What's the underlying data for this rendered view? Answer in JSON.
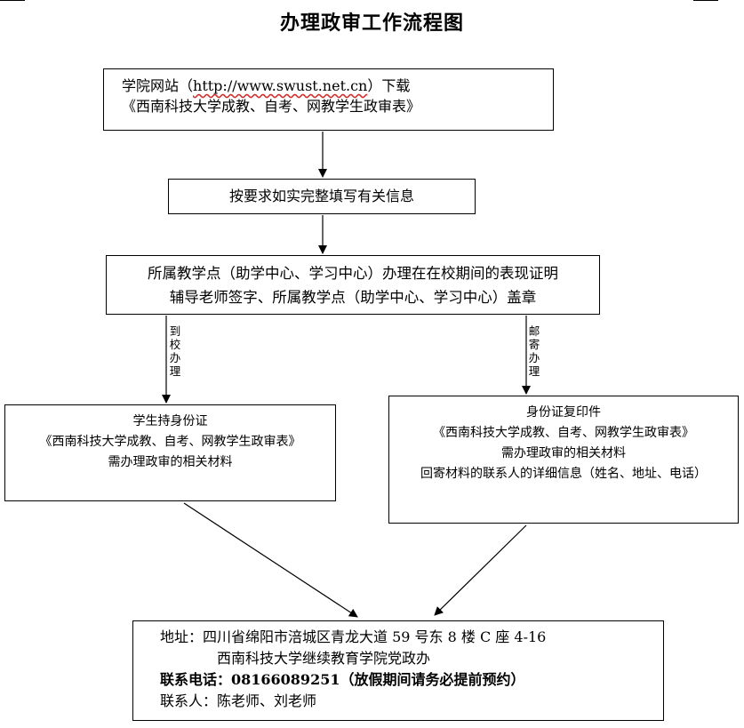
{
  "title": "办理政审工作流程图",
  "steps": {
    "download": {
      "line1_prefix": "学院网站（",
      "line1_url": "http://www.swust.net.cn",
      "line1_suffix": "）下载",
      "line2": "《西南科技大学成教、自考、网教学生政审表》"
    },
    "fill": {
      "text": "按要求如实完整填写有关信息"
    },
    "certify": {
      "line1": "所属教学点（助学中心、学习中心）办理在在校期间的表现证明",
      "line2": "辅导老师签字、所属教学点（助学中心、学习中心）盖章"
    },
    "in_person": {
      "line1": "学生持身份证",
      "line2": "《西南科技大学成教、自考、网教学生政审表》",
      "line3": "需办理政审的相关材料"
    },
    "by_mail": {
      "line1": "身份证复印件",
      "line2": "《西南科技大学成教、自考、网教学生政审表》",
      "line3": "需办理政审的相关材料",
      "line4": "回寄材料的联系人的详细信息（姓名、地址、电话）"
    },
    "contact": {
      "address": "地址：四川省绵阳市涪城区青龙大道 59 号东 8 楼 C 座 4-16",
      "office": "西南科技大学继续教育学院党政办",
      "phone": "联系电话：08166089251（放假期间请务必提前预约）",
      "people": "联系人：陈老师、刘老师"
    }
  },
  "branch_labels": {
    "left": [
      "到",
      "校",
      "办",
      "理"
    ],
    "right": [
      "邮",
      "寄",
      "办",
      "理"
    ]
  }
}
